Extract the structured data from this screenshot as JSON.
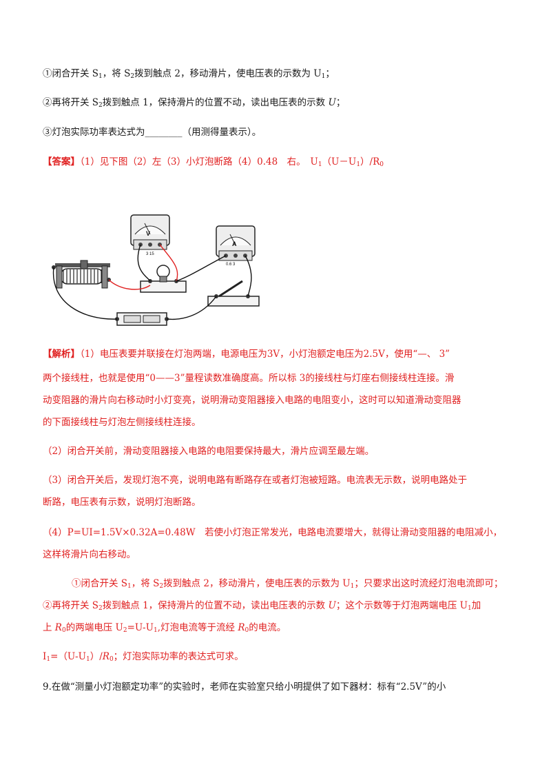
{
  "question": {
    "step1": {
      "a": "①闭合开关 S",
      "a_sub": "1",
      "b": "，将 S",
      "b_sub": "2",
      "c": "拨到触点 2，移动滑片，使电压表的示数为 U",
      "c_sub": "1",
      "d": "；"
    },
    "step2": {
      "a": "②再将开关 S",
      "a_sub": "2",
      "b": "拨到触点 1，保持滑片的位置不动，读出电压表的示数 ",
      "var": "U",
      "c": "；"
    },
    "step3": "③灯泡实际功率表达式为________（用测得量表示）。"
  },
  "answer": {
    "tag": "【答案】",
    "body": "（1）见下图（2）左（3）小灯泡断路（4）0.48　右。　",
    "expr": {
      "a": "U",
      "a_sub": "1",
      "b": "（U－U",
      "b_sub": "1",
      "c": "）/R",
      "c_sub": "0"
    }
  },
  "figure": {
    "voltmeter_label": "V",
    "voltmeter_scale": "3 15",
    "ammeter_label": "A",
    "ammeter_scale": "0.6 3"
  },
  "analysis": {
    "tag": "【解析】",
    "p1_line1": "（1）电压表要并联接在灯泡两端，电源电压为3V，小灯泡额定电压为2.5V，使用“—、 3”",
    "p1_line2": "两个接线柱，也就是使用“0——3”量程读数准确度高。所以标 3的接线柱与灯座右侧接线柱连接。滑",
    "p1_line3": "动变阻器的滑片向右移动时小灯变亮，说明滑动变阻器接入电路的电阻变小，这时可以知道滑动变阻器",
    "p1_line4": "的下面接线柱与灯泡左侧接线柱连接。",
    "p2": "（2）闭合开关前，滑动变阻器接入电路的电阻要保持最大，滑片应调至最左端。",
    "p3_line1": "（3）闭合开关后，发现灯泡不亮，说明电路有断路存在或者灯泡被短路。电流表无示数，说明电路处于",
    "p3_line2": "断路，电压表有示数，说明灯泡断路。",
    "p4_line1": "（4）P=UI=1.5V×0.32A=0.48W　若使小灯泡正常发光，电路电流要增大，就得让滑动变阻器的电阻减小，",
    "p4_line2": "这样将滑片向右移动。",
    "p5_line1": {
      "a": "①闭合开关 S",
      "a_sub": "1",
      "b": "，将 S",
      "b_sub": "2",
      "c": "拨到触点 2，移动滑片，使电压表的示数为 U",
      "c_sub": "1",
      "d": "；只要求出这时流经灯泡电流即可；"
    },
    "p5_line2": {
      "a": "②再将开关 S",
      "a_sub": "2",
      "b": "拨到触点 1，保持滑片的位置不动，读出电压表的示数 ",
      "var": "U",
      "c": "；这个示数等于灯泡两端电压 U",
      "c_sub": "1",
      "d": "加"
    },
    "p5_line3": {
      "a": "上 ",
      "var": "R",
      "var_sub": "0",
      "b": "的两端电压 U",
      "b_sub": "2",
      "c": "=U-U",
      "c_sub": "1",
      "d": ",灯泡电流等于流经 ",
      "var2": "R",
      "var2_sub": "0",
      "e": "的电流。"
    },
    "p6": {
      "a": "I",
      "a_sub": "1",
      "b": "=（U-U",
      "b_sub": "1",
      "c": "）/",
      "var": "R",
      "var_sub": "0",
      "d": "；灯泡实际功率的表达式可求。"
    }
  },
  "next_question": "9.在做“测量小灯泡额定功率”的实验时，老师在实验室只给小明提供了如下器材：标有“2.5V”的小"
}
